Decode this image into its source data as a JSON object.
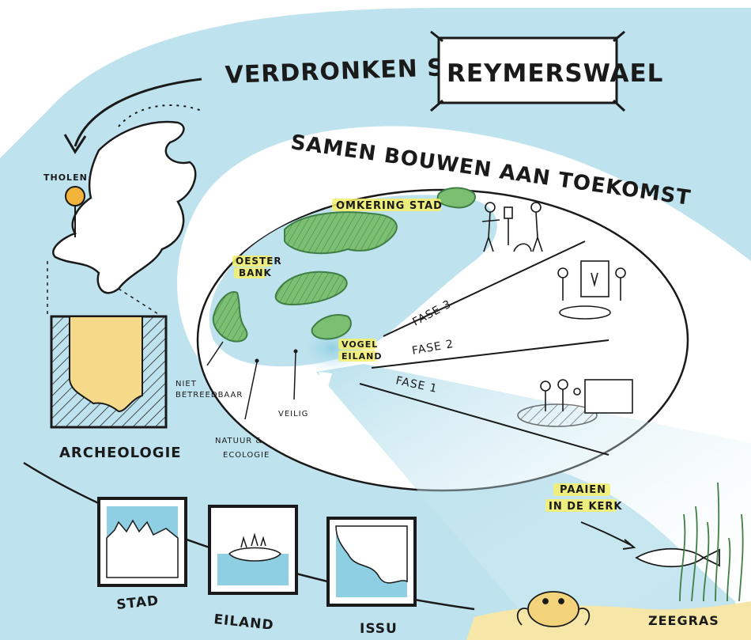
{
  "title": {
    "prefix": "VERDRONKEN STAD",
    "name": "REYMERSWAEL"
  },
  "arc_heading": "SAMEN BOUWEN AAN TOEKOMST",
  "map": {
    "pin_label": "THOLEN"
  },
  "archeology_label": "ARCHEOLOGIE",
  "islands": {
    "omkering": "OMKERING STAD",
    "oester_line1": "OESTER",
    "oester_line2": "BANK",
    "vogel_line1": "VOGEL",
    "vogel_line2": "EILAND"
  },
  "zones": {
    "niet_line1": "NIET",
    "niet_line2": "BETREEDBAAR",
    "natuur_line1": "NATUUR &",
    "natuur_line2": "ECOLOGIE",
    "veilig": "VEILIG"
  },
  "phases": {
    "fase3": "FASE 3",
    "fase2": "FASE 2",
    "fase1": "FASE 1"
  },
  "paaien_line1": "PAAIEN",
  "paaien_line2": "IN DE KERK",
  "zeegras": "ZEEGRAS",
  "frames": {
    "stad": "STAD",
    "eiland": "EILAND",
    "issu": "ISSU"
  },
  "colors": {
    "water": "#bfe3ee",
    "water_deep": "#8fcfe3",
    "island_green": "#7cbf72",
    "archeo_yellow": "#f7d98a",
    "pin_orange": "#f2b43a",
    "highlight": "#f4ee6a",
    "sand": "#f6e7a8"
  }
}
